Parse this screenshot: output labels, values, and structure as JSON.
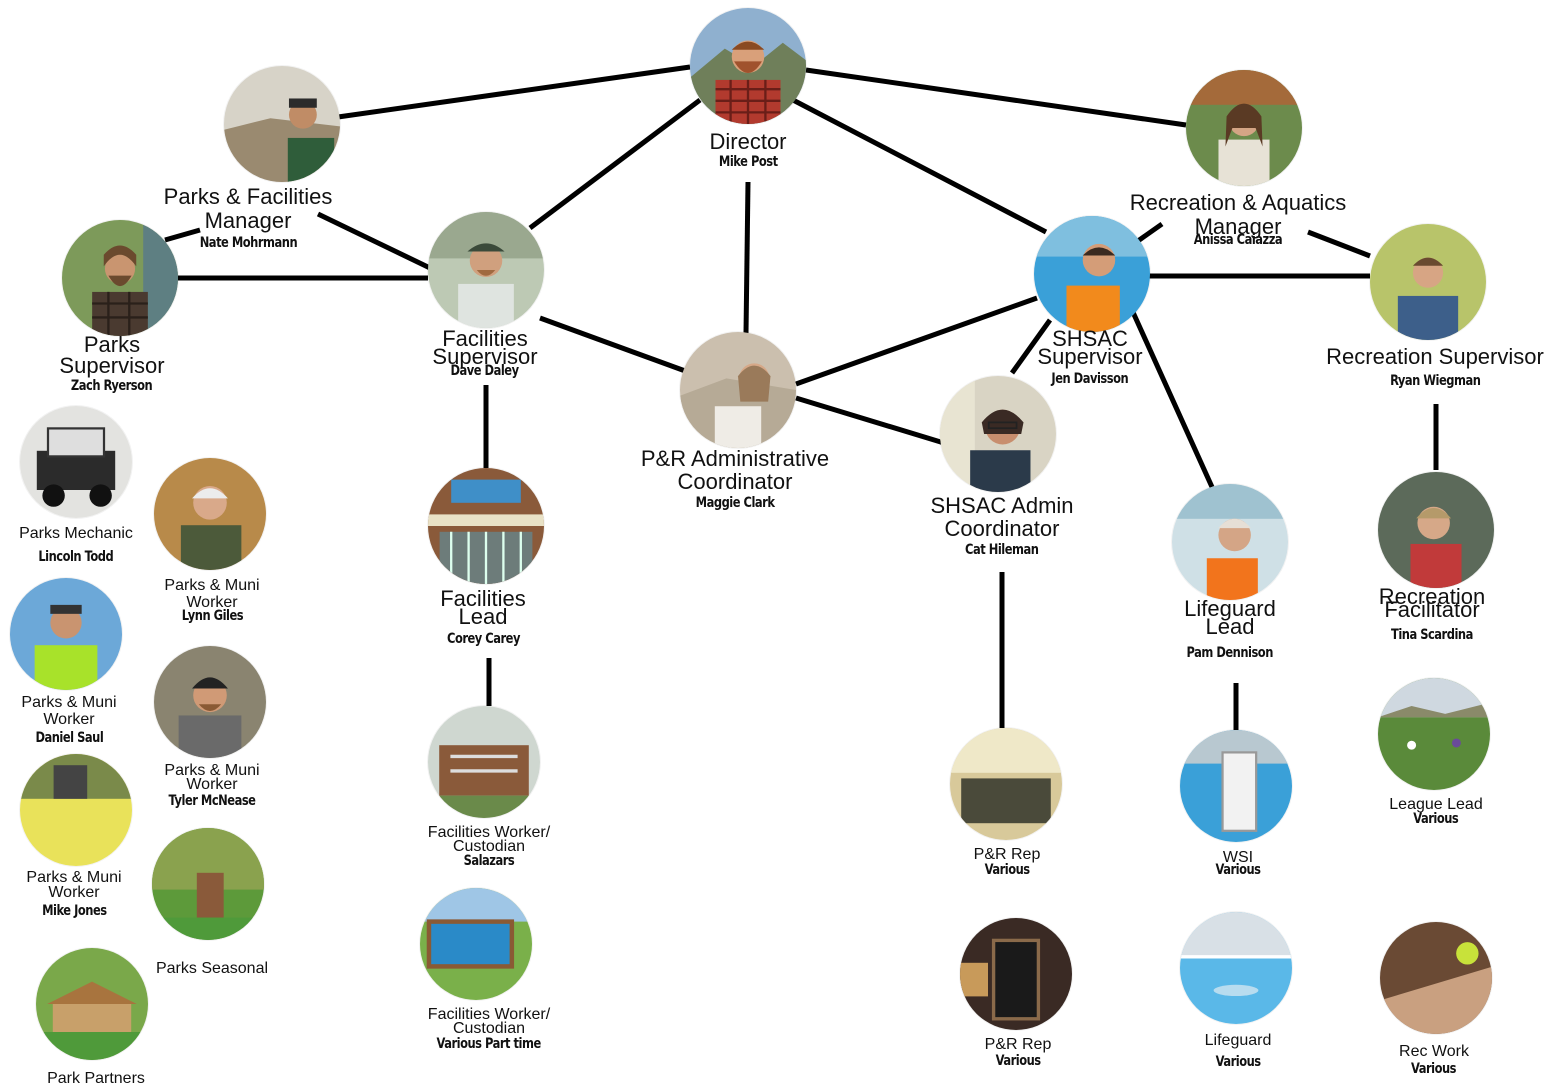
{
  "nodes": {
    "director": {
      "title": "Director",
      "name": "Mike Post"
    },
    "parks_fac_mgr": {
      "title": "Parks & Facilities Manager",
      "name": "Nate Mohrmann"
    },
    "rec_aq_mgr": {
      "title": "Recreation & Aquatics Manager",
      "name": "Anissa Caiazza"
    },
    "parks_sup": {
      "title": "Parks Supervisor",
      "name": "Zach Ryerson"
    },
    "fac_sup": {
      "title": "Facilities Supervisor",
      "name": "Dave Daley"
    },
    "admin_coord": {
      "title": "P&R Administrative Coordinator",
      "name": "Maggie Clark"
    },
    "shsac_sup": {
      "title": "SHSAC Supervisor",
      "name": "Jen Davisson"
    },
    "rec_sup": {
      "title": "Recreation Supervisor",
      "name": "Ryan Wiegman"
    },
    "shsac_admin": {
      "title": "SHSAC Admin Coordinator",
      "name": "Cat Hileman"
    },
    "fac_lead": {
      "title": "Facilities Lead",
      "name": "Corey Carey"
    },
    "lifeguard_lead": {
      "title": "Lifeguard Lead",
      "name": "Pam Dennison"
    },
    "rec_facilitator": {
      "title": "Recreation Facilitator",
      "name": "Tina Scardina"
    },
    "parks_mechanic": {
      "title": "Parks Mechanic",
      "name": "Lincoln Todd"
    },
    "muni_lynn": {
      "title": "Parks & Muni Worker",
      "name": "Lynn Giles"
    },
    "muni_daniel": {
      "title": "Parks & Muni Worker",
      "name": "Daniel Saul"
    },
    "muni_tyler": {
      "title": "Parks & Muni Worker",
      "name": "Tyler McNease"
    },
    "muni_mike": {
      "title": "Parks & Muni Worker",
      "name": "Mike Jones"
    },
    "parks_seasonal": {
      "title": "Parks Seasonal",
      "name": ""
    },
    "park_partners": {
      "title": "Park Partners",
      "name": ""
    },
    "custodian1": {
      "title": "Facilities Worker/ Custodian",
      "name": "Salazars"
    },
    "custodian2": {
      "title": "Facilities Worker/ Custodian",
      "name": "Various Part time"
    },
    "pr_rep1": {
      "title": "P&R Rep",
      "name": "Various"
    },
    "pr_rep2": {
      "title": "P&R Rep",
      "name": "Various"
    },
    "wsi": {
      "title": "WSI",
      "name": "Various"
    },
    "lifeguard": {
      "title": "Lifeguard",
      "name": "Various"
    },
    "league_lead": {
      "title": "League Lead",
      "name": "Various"
    },
    "rec_work": {
      "title": "Rec Work",
      "name": "Various"
    }
  },
  "colors": {
    "line": "#000000",
    "shirt_orange": "#f28a1c",
    "water": "#3aa0d8",
    "grass": "#4f9a3a"
  }
}
